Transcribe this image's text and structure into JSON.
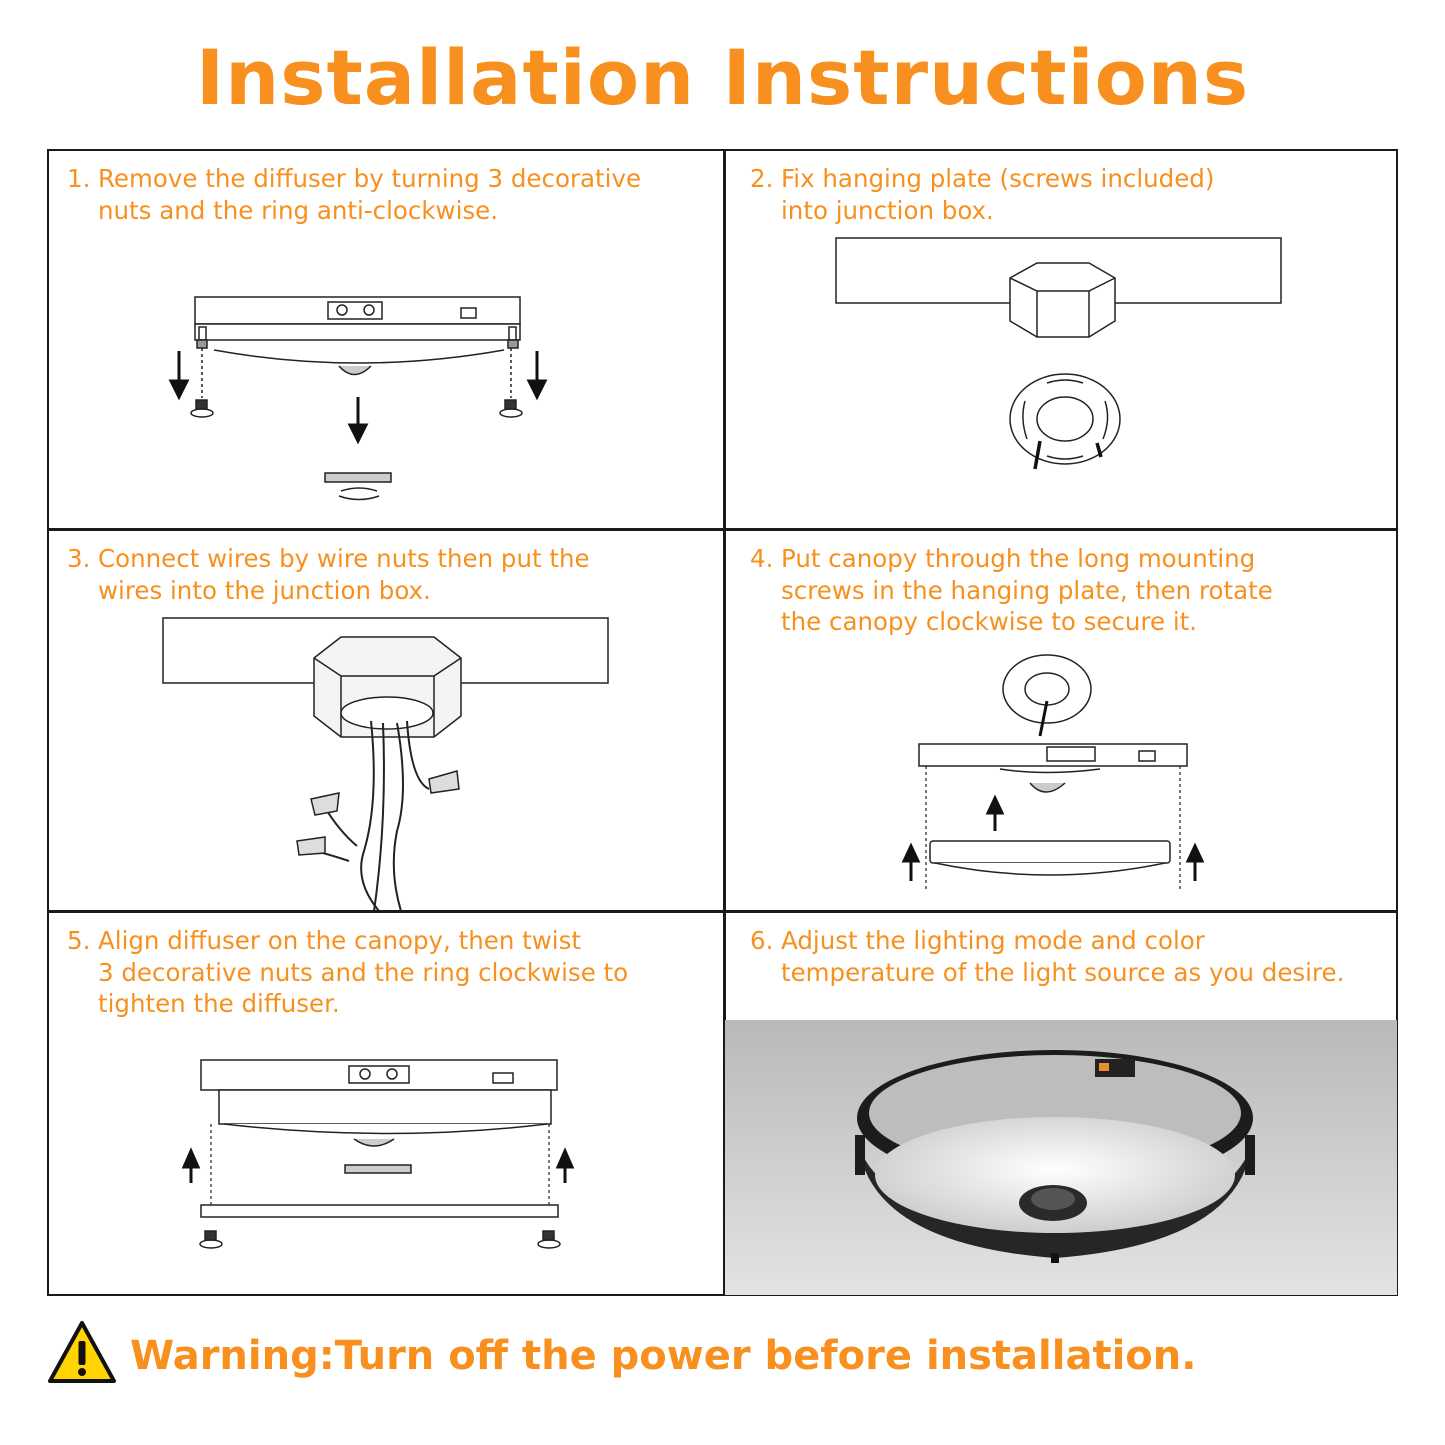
{
  "title": "Installation Instructions",
  "steps": [
    {
      "number": "1.",
      "lines": [
        "Remove the diffuser by turning 3 decorative",
        "nuts and the ring anti-clockwise."
      ]
    },
    {
      "number": "2.",
      "lines": [
        "Fix hanging plate (screws included)",
        "into junction box."
      ]
    },
    {
      "number": "3.",
      "lines": [
        "Connect wires by wire nuts then put the",
        "wires into the junction box."
      ]
    },
    {
      "number": "4.",
      "lines": [
        "Put canopy through the long mounting",
        "screws in the hanging plate, then rotate",
        "the canopy clockwise to secure it."
      ]
    },
    {
      "number": "5.",
      "lines": [
        "Align diffuser on the canopy, then twist",
        "3 decorative nuts and the ring clockwise to",
        "tighten the diffuser."
      ]
    },
    {
      "number": "6.",
      "lines": [
        "Adjust the lighting mode and color",
        "temperature of the light source as you desire."
      ]
    }
  ],
  "warning": {
    "icon": "warning-triangle-icon",
    "text": "Warning:Turn off the power before installation."
  },
  "colors": {
    "accent": "#f7901e",
    "line": "#1a1a1a",
    "background": "#ffffff"
  }
}
